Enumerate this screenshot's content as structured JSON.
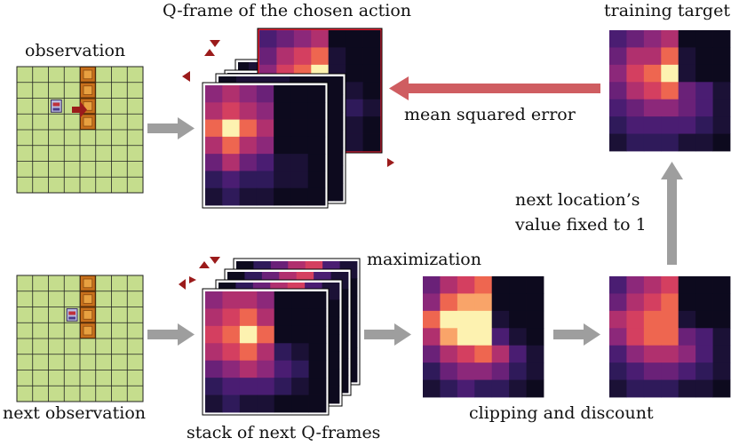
{
  "labels": {
    "observation": "observation",
    "q_frame_chosen": "Q-frame of the chosen action",
    "training_target": "training target",
    "mse": "mean squared error",
    "next_location_1": "next location’s",
    "next_location_2": "value fixed to 1",
    "maximization": "maximization",
    "next_observation": "next observation",
    "stack_next": "stack of next Q-frames",
    "clipping": "clipping and discount"
  },
  "colors": {
    "grid_green": "#c5dd8d",
    "agent_arrow": "#9b1b1b",
    "flow_arrow": "#9e9e9e",
    "mse_arrow": "#cf5d61",
    "highlight_border": "#e02030"
  },
  "heatmaps": {
    "q_front": [
      [
        5,
        6,
        5,
        4,
        0,
        0,
        0
      ],
      [
        6,
        7,
        6,
        5,
        0,
        0,
        0
      ],
      [
        8,
        10,
        8,
        6,
        0,
        0,
        0
      ],
      [
        6,
        8,
        6,
        5,
        0,
        0,
        0
      ],
      [
        4,
        6,
        4,
        3,
        1,
        1,
        0
      ],
      [
        2,
        3,
        2,
        2,
        1,
        1,
        0
      ],
      [
        1,
        2,
        1,
        1,
        0,
        0,
        0
      ]
    ],
    "q_chosen": [
      [
        3,
        4,
        5,
        6,
        0,
        0,
        0
      ],
      [
        4,
        6,
        7,
        8,
        1,
        0,
        0
      ],
      [
        5,
        7,
        8,
        10,
        1,
        0,
        0
      ],
      [
        4,
        6,
        7,
        7,
        2,
        1,
        0
      ],
      [
        3,
        5,
        5,
        5,
        3,
        2,
        1
      ],
      [
        2,
        3,
        3,
        3,
        2,
        1,
        0
      ],
      [
        1,
        2,
        2,
        2,
        1,
        1,
        0
      ]
    ],
    "training_target": [
      [
        3,
        4,
        5,
        6,
        0,
        0,
        0
      ],
      [
        4,
        6,
        6,
        8,
        1,
        0,
        0
      ],
      [
        5,
        7,
        8,
        10,
        1,
        0,
        0
      ],
      [
        4,
        6,
        7,
        8,
        4,
        3,
        1
      ],
      [
        3,
        4,
        5,
        5,
        4,
        3,
        1
      ],
      [
        2,
        3,
        3,
        3,
        3,
        2,
        1
      ],
      [
        1,
        2,
        2,
        2,
        1,
        1,
        0
      ]
    ],
    "stack_front": [
      [
        5,
        6,
        6,
        5,
        0,
        0,
        0
      ],
      [
        6,
        7,
        8,
        6,
        0,
        0,
        0
      ],
      [
        7,
        8,
        10,
        8,
        0,
        0,
        0
      ],
      [
        6,
        7,
        8,
        6,
        2,
        1,
        0
      ],
      [
        4,
        5,
        6,
        5,
        3,
        2,
        0
      ],
      [
        2,
        3,
        3,
        3,
        2,
        1,
        0
      ],
      [
        1,
        2,
        1,
        1,
        0,
        0,
        0
      ]
    ],
    "maximization": [
      [
        4,
        6,
        7,
        8,
        0,
        0,
        0
      ],
      [
        5,
        8,
        9,
        9,
        0,
        0,
        0
      ],
      [
        8,
        10,
        10,
        10,
        1,
        0,
        0
      ],
      [
        6,
        9,
        10,
        10,
        3,
        1,
        0
      ],
      [
        4,
        6,
        7,
        8,
        6,
        3,
        1
      ],
      [
        2,
        4,
        5,
        5,
        4,
        2,
        1
      ],
      [
        1,
        2,
        3,
        2,
        2,
        1,
        0
      ]
    ],
    "clipped": [
      [
        3,
        5,
        6,
        7,
        0,
        0,
        0
      ],
      [
        4,
        6,
        7,
        8,
        0,
        0,
        0
      ],
      [
        6,
        7,
        8,
        8,
        1,
        0,
        0
      ],
      [
        5,
        7,
        8,
        8,
        4,
        3,
        1
      ],
      [
        3,
        5,
        6,
        6,
        5,
        3,
        1
      ],
      [
        2,
        3,
        4,
        4,
        3,
        2,
        1
      ],
      [
        1,
        2,
        2,
        2,
        1,
        1,
        0
      ]
    ]
  }
}
